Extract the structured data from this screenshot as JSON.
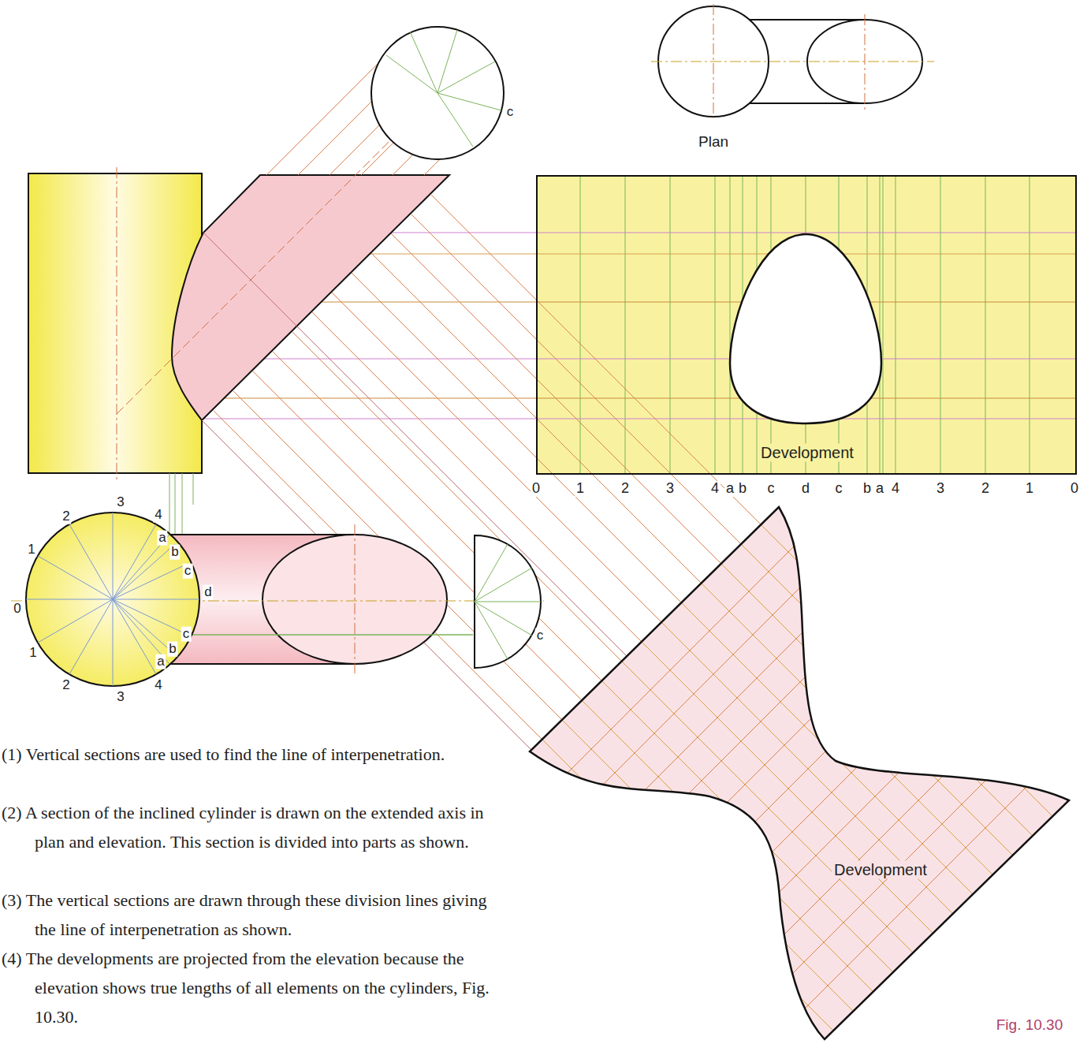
{
  "diagram": {
    "caption": "Fig. 10.30",
    "nodes": [
      {
        "text": [
          "Development"
        ]
      },
      {
        "text": [
          "Development"
        ]
      }
    ],
    "labels": [
      "c",
      "Plan",
      "0",
      "1",
      "2",
      "3",
      "4",
      "a",
      "b",
      "c",
      "d",
      "c",
      "b",
      "a",
      "4",
      "3",
      "2",
      "1",
      "0",
      "3",
      "2",
      "4",
      "1",
      "a",
      "b",
      "c",
      "d",
      "0",
      "c",
      "b",
      "a",
      "1",
      "2",
      "4",
      "3",
      "c",
      "(1) Vertical sections are used to find the line of interpenetration.",
      "(2) A section of the inclined cylinder is drawn on the extended axis in plan and elevation. This section is divided into parts as shown.",
      "(3) The vertical sections are drawn through these division lines giving the line of interpenetration as shown.",
      "(4) The developments are projected from the elevation because the elevation shows true lengths of all elements on the cylinders, Fig. 10.30."
    ]
  }
}
